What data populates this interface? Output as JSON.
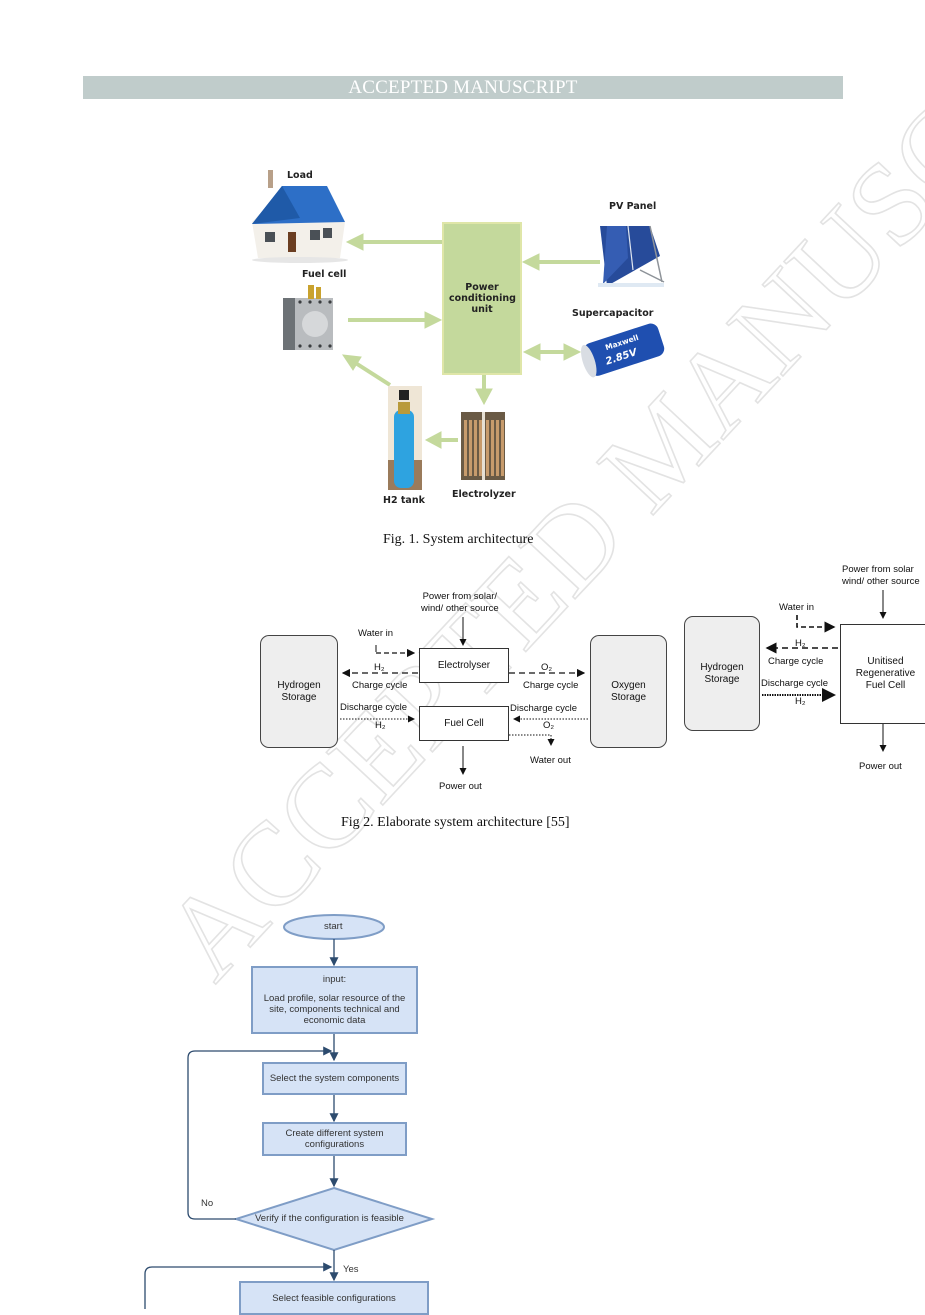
{
  "header": {
    "banner_text": "ACCEPTED MANUSCRIPT",
    "watermark_text": "ACCEPTED MANUSCRIPT"
  },
  "figure1": {
    "caption": "Fig. 1. System architecture",
    "components": {
      "load": "Load",
      "pv_panel": "PV Panel",
      "fuel_cell": "Fuel cell",
      "supercapacitor": "Supercapacitor",
      "pcu": "Power conditioning unit",
      "h2_tank": "H2 tank",
      "electrolyzer": "Electrolyzer"
    },
    "supercap_brand": "Maxwell",
    "supercap_voltage": "2.85V",
    "arrow_color": "#c4d99c"
  },
  "figure2": {
    "caption": "Fig 2. Elaborate system architecture [55]",
    "left": {
      "power_in": [
        "Power from solar/",
        "wind/ other source"
      ],
      "water_in": "Water in",
      "hydrogen_storage": [
        "Hydrogen",
        "Storage"
      ],
      "oxygen_storage": [
        "Oxygen",
        "Storage"
      ],
      "electrolyser": "Electrolyser",
      "fuel_cell": "Fuel Cell",
      "h2": "H₂",
      "o2": "O₂",
      "charge_cycle": "Charge cycle",
      "discharge_cycle": "Discharge cycle",
      "water_out": "Water out",
      "power_out": "Power out"
    },
    "right": {
      "power_in": [
        "Power from solar",
        "wind/ other source"
      ],
      "water_in": "Water in",
      "hydrogen_storage": [
        "Hydrogen",
        "Storage"
      ],
      "urfc": [
        "Unitised",
        "Regenerative",
        "Fuel Cell"
      ],
      "h2": "H₂",
      "charge_cycle": "Charge cycle",
      "discharge_cycle": "Discharge cycle",
      "power_out": "Power out"
    }
  },
  "flowchart": {
    "start": "start",
    "input_title": "input:",
    "input_body": [
      "Load profile, solar resource of the",
      "site, components technical and",
      "economic data"
    ],
    "select_components": "Select the system components",
    "create_configs": [
      "Create different system",
      "configurations"
    ],
    "verify": "Verify if the configuration is feasible",
    "no": "No",
    "yes": "Yes",
    "select_feasible": "Select feasible configurations",
    "fill_color": "#d6e3f6",
    "stroke_color": "#7f9dc6",
    "line_color": "#2d4b6e"
  }
}
